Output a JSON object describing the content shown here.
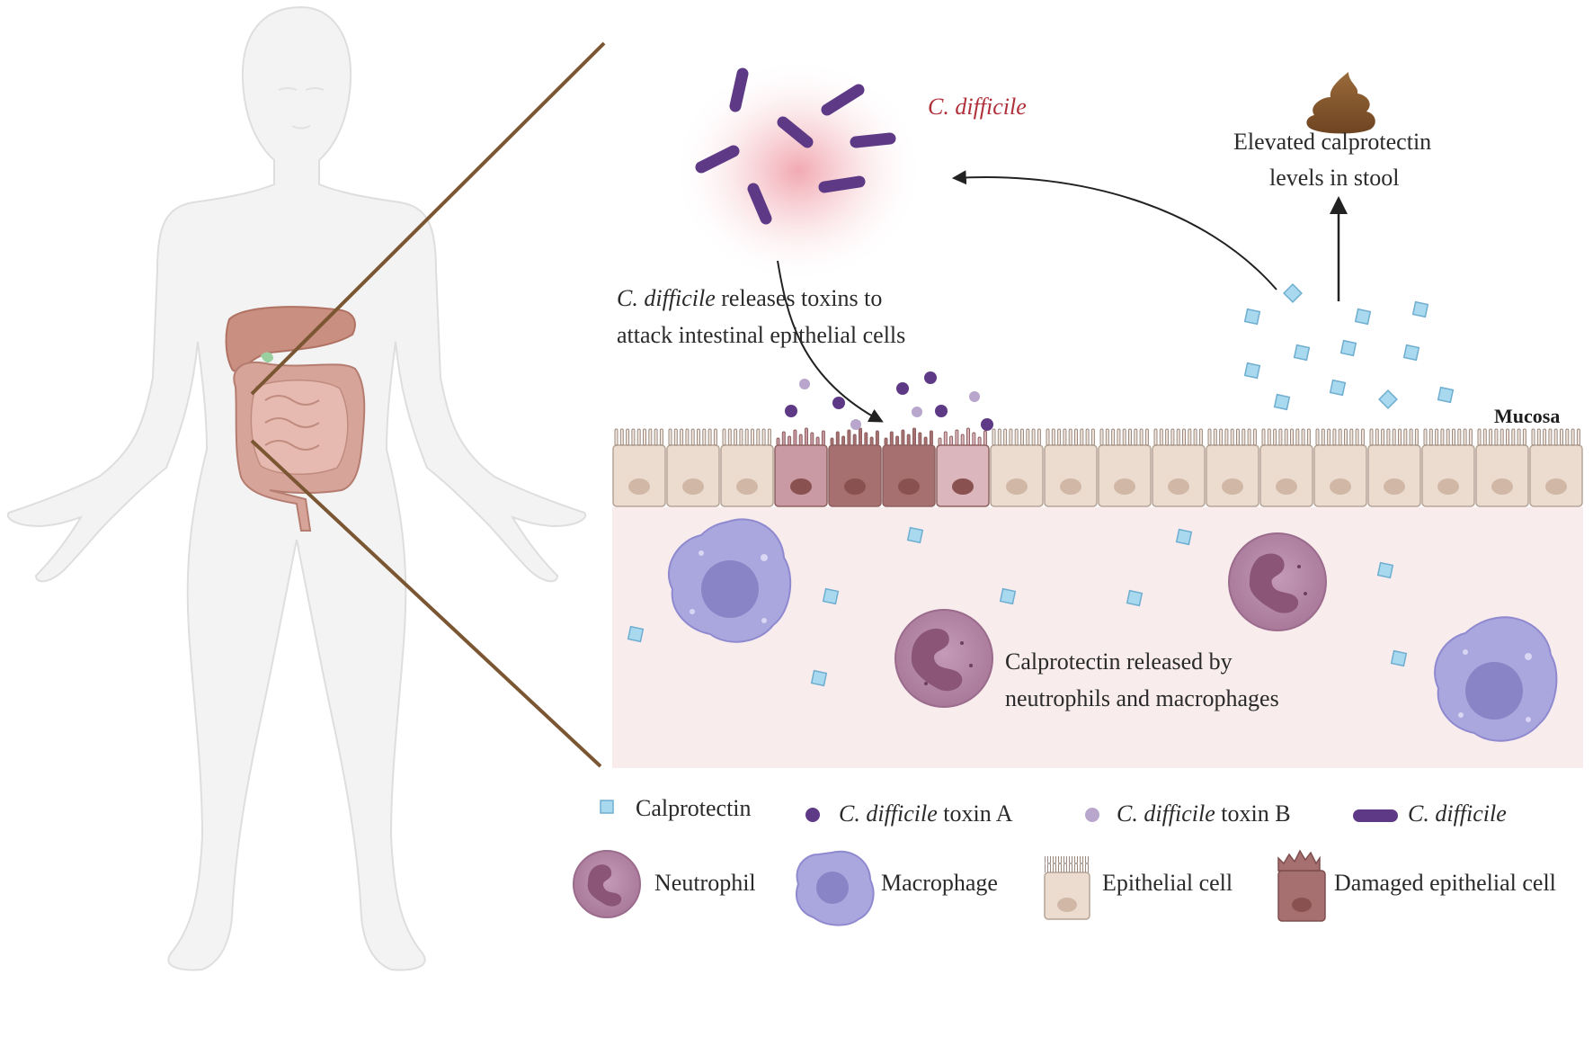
{
  "labels": {
    "c_difficile_top": "C. difficile",
    "elevated_line1": "Elevated calprotectin",
    "elevated_line2": "levels in stool",
    "releases_italic": "C. difficile",
    "releases_rest": " releases toxins  to",
    "releases_line2": "attack intestinal epithelial cells",
    "mucosa": "Mucosa",
    "calpro_line1": "Calprotectin released by",
    "calpro_line2": "neutrophils and macrophages"
  },
  "legend": {
    "calprotectin": "Calprotectin",
    "toxin_a_italic": "C. difficile",
    "toxin_a_rest": " toxin  A",
    "toxin_b_italic": "C. difficile",
    "toxin_b_rest": " toxin B",
    "cdiff": "C. difficile",
    "neutrophil": "Neutrophil",
    "macrophage": "Macrophage",
    "epithelial": "Epithelial cell",
    "damaged": "Damaged epithelial cell"
  },
  "colors": {
    "calprotectin": "#a9d9ef",
    "toxin_a": "#5e3a86",
    "toxin_b": "#b8a6cc",
    "bacterium": "#5e3a86",
    "epithelial": "#ecdcd0",
    "damaged": "#a77070",
    "neutrophil": "#b88aa9",
    "macrophage": "#aaa6de",
    "connector": "#7a5632",
    "accent_red": "#b0303a"
  }
}
